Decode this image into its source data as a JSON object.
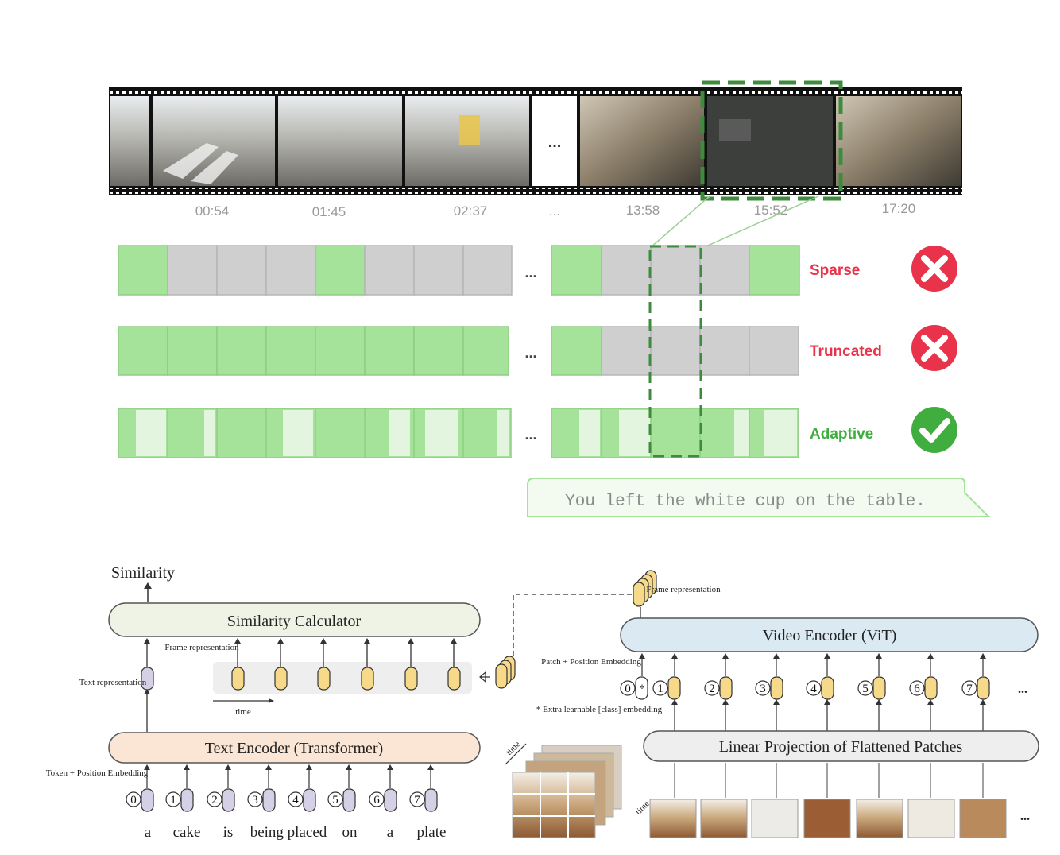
{
  "top": {
    "timestamps": [
      "00:54",
      "01:45",
      "02:37",
      "...",
      "13:58",
      "15:52",
      "17:20"
    ],
    "strip_ellipsis": "...",
    "rows": [
      {
        "label": "Sparse",
        "status": "fail",
        "color": "#e8334a"
      },
      {
        "label": "Truncated",
        "status": "fail",
        "color": "#e8334a"
      },
      {
        "label": "Adaptive",
        "status": "pass",
        "color": "#3fae3f"
      }
    ],
    "row_ellipsis": "...",
    "caption": "You left the white cup on the table."
  },
  "bottom": {
    "similarity_label": "Similarity",
    "similarity_calculator": "Similarity Calculator",
    "text_encoder": "Text Encoder (Transformer)",
    "video_encoder": "Video Encoder (ViT)",
    "linear_projection": "Linear Projection of Flattened Patches",
    "frame_representation_top": "Frame representation",
    "frame_representation_mid": "Frame representation",
    "text_representation": "Text representation",
    "time_label": "time",
    "patch_embedding": "Patch + Position Embedding",
    "extra_embedding": "* Extra learnable [class] embedding",
    "token_embedding": "Token + Position Embedding",
    "text_tokens": [
      "a",
      "cake",
      "is",
      "being placed",
      "on",
      "a",
      "plate"
    ],
    "text_indices": [
      "0",
      "1",
      "2",
      "3",
      "4",
      "5",
      "6",
      "7"
    ],
    "video_indices": [
      "0",
      "*",
      "1",
      "2",
      "3",
      "4",
      "5",
      "6",
      "7"
    ],
    "video_ellipsis": "...",
    "patch_ellipsis": "...",
    "stack_axis_label": "time",
    "patch_axis_label": "time"
  },
  "colors": {
    "green": "#a6e39a",
    "green_light": "#e3f5de",
    "gray": "#cfcfcf",
    "yellow": "#f7d98a",
    "lavender": "#d6d0e6",
    "calc_fill": "#eef3e6",
    "text_enc_fill": "#fbe6d6",
    "video_enc_fill": "#dbe9f3",
    "proj_fill": "#eeeeee"
  }
}
